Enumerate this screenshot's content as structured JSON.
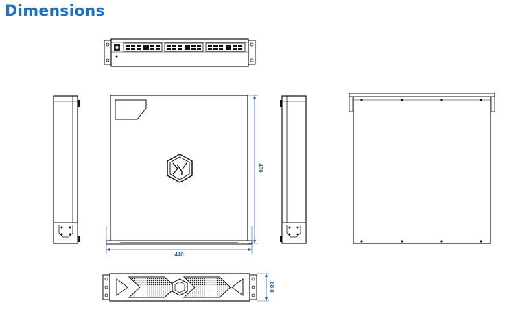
{
  "heading": "Dimensions",
  "dimensions": {
    "width": "440",
    "depth": "400",
    "height": "88.8"
  },
  "colors": {
    "heading": "#1f6fbf",
    "dimension_line": "#2a63a8",
    "outline": "#111111"
  },
  "views": [
    "front-panel-view",
    "left-side-view",
    "top-view",
    "right-side-view",
    "bottom-view",
    "rear-panel-view"
  ]
}
